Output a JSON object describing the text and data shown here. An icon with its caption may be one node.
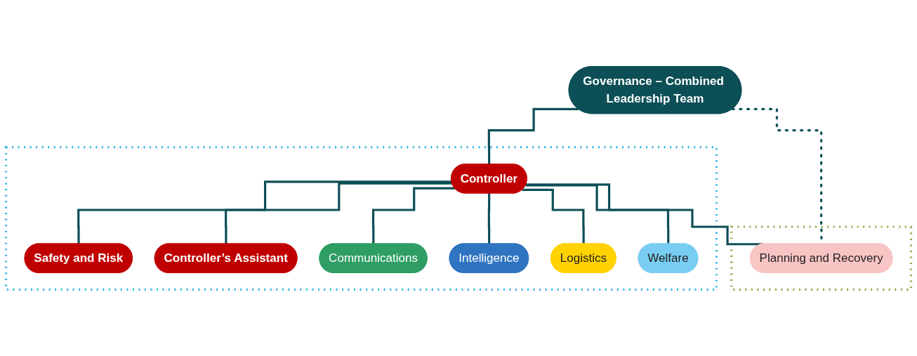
{
  "diagram": {
    "nodes": [
      {
        "text": [
          "Governance – Combined Leadership Team"
        ]
      },
      {
        "text": [],
        "shape": "box"
      },
      {
        "text": [
          "Controller"
        ],
        "in": 1
      },
      {
        "text": [
          "Safety and Risk"
        ],
        "in": 1
      },
      {
        "text": [
          "Controller’s Assistant"
        ],
        "in": 1
      },
      {
        "text": [
          "Communications"
        ],
        "in": 1
      },
      {
        "text": [
          "Intelligence"
        ],
        "in": 1
      },
      {
        "text": [
          "Logistics"
        ],
        "in": 1
      },
      {
        "text": [
          "Welfare"
        ],
        "in": 1
      },
      {
        "text": [],
        "shape": "box"
      },
      {
        "text": [
          "Planning and Recovery"
        ],
        "in": 9
      }
    ],
    "edges": [
      {
        "from": 0,
        "to": 2,
        "arrow": "none"
      },
      {
        "from": 2,
        "to": 3,
        "arrow": "none"
      },
      {
        "from": 2,
        "to": 4,
        "arrow": "none"
      },
      {
        "from": 2,
        "to": 5,
        "arrow": "none"
      },
      {
        "from": 2,
        "to": 6,
        "arrow": "none"
      },
      {
        "from": 2,
        "to": 7,
        "arrow": "none"
      },
      {
        "from": 2,
        "to": 8,
        "arrow": "none"
      },
      {
        "from": 2,
        "to": 10,
        "arrow": "none"
      },
      {
        "from": 0,
        "to": 10,
        "arrow": "none",
        "style": "dashed"
      }
    ]
  }
}
